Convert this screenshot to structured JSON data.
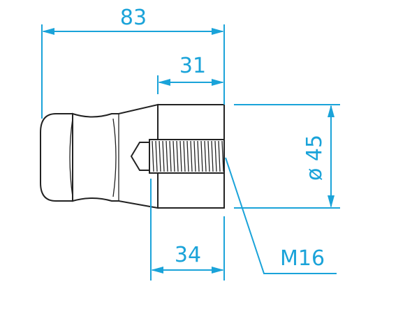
{
  "dimensions": {
    "overall_length": "83",
    "thread_depth": "31",
    "body_length": "34",
    "diameter": "ø 45",
    "thread": "M16"
  },
  "colors": {
    "dimension_line": "#1aa3d9",
    "outline": "#222222",
    "background": "#ffffff"
  }
}
